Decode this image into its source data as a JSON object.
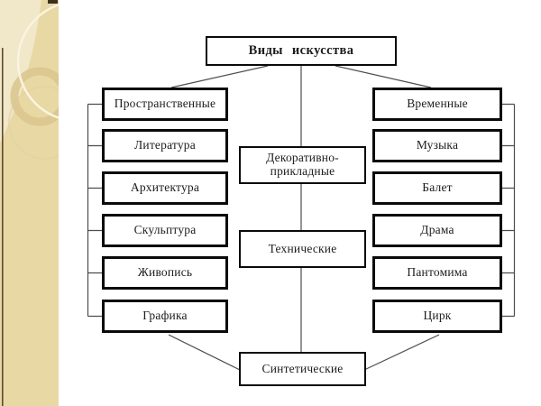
{
  "diagram": {
    "title": "Виды искусства",
    "left_column": {
      "header": "Пространственные",
      "items": [
        "Литература",
        "Архитектура",
        "Скульптура",
        "Живопись",
        "Графика"
      ]
    },
    "middle_column": {
      "items": [
        "Декоративно-прикладные",
        "Технические"
      ],
      "footer": "Синтетические"
    },
    "right_column": {
      "header": "Временные",
      "items": [
        "Музыка",
        "Балет",
        "Драма",
        "Пантомима",
        "Цирк"
      ]
    },
    "colors": {
      "box_border": "#0a0a0a",
      "box_fill": "#ffffff",
      "connector": "#4d4d4d",
      "sidebar_beige": "#e8d8a4",
      "sidebar_light": "#f1e7c9",
      "sidebar_ring": "#d9c58d",
      "sidebar_edge_line": "#5d4b32",
      "sidebar_notch": "#3c301f"
    }
  }
}
